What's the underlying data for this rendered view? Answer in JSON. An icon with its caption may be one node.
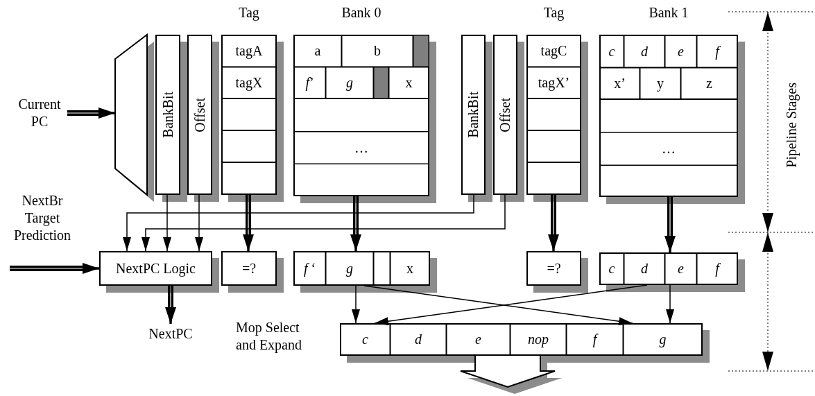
{
  "diagram": {
    "nodes": [
      {
        "text": [
          "Current PC"
        ]
      },
      {
        "text": [],
        "shape": "trapezoid"
      },
      {
        "text": [
          "BankBit"
        ]
      },
      {
        "text": [
          "Offset"
        ]
      },
      {
        "text": [
          "Tag"
        ]
      },
      {
        "text": [
          "tagA"
        ],
        "in": 4
      },
      {
        "text": [
          "tagX"
        ],
        "in": 4
      },
      {
        "text": [
          "Bank 0"
        ]
      },
      {
        "text": [
          "a"
        ],
        "in": 7
      },
      {
        "text": [
          "b"
        ],
        "in": 7
      },
      {
        "text": [],
        "shape": "box",
        "in": 7
      },
      {
        "text": [
          "*f*’"
        ],
        "in": 7
      },
      {
        "text": [
          "g"
        ],
        "in": 7
      },
      {
        "text": [],
        "shape": "box",
        "in": 7
      },
      {
        "text": [
          "x"
        ],
        "in": 7
      },
      {
        "text": [
          "…"
        ],
        "in": 7
      },
      {
        "text": [
          "BankBit"
        ]
      },
      {
        "text": [
          "Offset"
        ]
      },
      {
        "text": [
          "Tag"
        ]
      },
      {
        "text": [
          "tagC"
        ],
        "in": 18
      },
      {
        "text": [
          "tagX’"
        ],
        "in": 18
      },
      {
        "text": [
          "Bank 1"
        ]
      },
      {
        "text": [
          "c"
        ],
        "in": 21
      },
      {
        "text": [
          "d"
        ],
        "in": 21
      },
      {
        "text": [
          "e"
        ],
        "in": 21
      },
      {
        "text": [
          "f"
        ],
        "in": 21
      },
      {
        "text": [
          "x’"
        ],
        "in": 21
      },
      {
        "text": [
          "y"
        ],
        "in": 21
      },
      {
        "text": [
          "z"
        ],
        "in": 21
      },
      {
        "text": [
          "…"
        ],
        "in": 21
      },
      {
        "text": [
          "NextPC Logic"
        ]
      },
      {
        "text": [
          "=?"
        ]
      },
      {
        "text": [],
        "shape": "box"
      },
      {
        "text": [
          "*f* ‘"
        ],
        "in": 32
      },
      {
        "text": [
          "g"
        ],
        "in": 32
      },
      {
        "text": [],
        "shape": "box",
        "in": 32
      },
      {
        "text": [
          "x"
        ],
        "in": 32
      },
      {
        "text": [
          "=?"
        ]
      },
      {
        "text": [],
        "shape": "box"
      },
      {
        "text": [
          "c"
        ],
        "in": 38
      },
      {
        "text": [
          "d"
        ],
        "in": 38
      },
      {
        "text": [
          "e"
        ],
        "in": 38
      },
      {
        "text": [
          "f"
        ],
        "in": 38
      },
      {
        "text": [
          "NextPC"
        ]
      },
      {
        "text": [],
        "shape": "box"
      },
      {
        "text": [
          "c"
        ],
        "in": 44
      },
      {
        "text": [
          "d"
        ],
        "in": 44
      },
      {
        "text": [
          "e"
        ],
        "in": 44
      },
      {
        "text": [
          "nop"
        ],
        "in": 44
      },
      {
        "text": [
          "f"
        ],
        "in": 44
      },
      {
        "text": [
          "g"
        ],
        "in": 44
      }
    ],
    "edges": [
      {
        "from": 0,
        "to": 1,
        "arrow": "to",
        "style": "thick"
      },
      {
        "from": 2,
        "to": 30,
        "arrow": "to"
      },
      {
        "from": 3,
        "to": 30,
        "arrow": "to"
      },
      {
        "from": 4,
        "to": 31,
        "arrow": "to",
        "style": "thick"
      },
      {
        "from": 7,
        "to": 34,
        "arrow": "to",
        "style": "thick"
      },
      {
        "from": 16,
        "to": 30,
        "arrow": "to"
      },
      {
        "from": 17,
        "to": 30,
        "arrow": "to"
      },
      {
        "from": 18,
        "to": 37,
        "arrow": "to",
        "style": "thick"
      },
      {
        "from": 21,
        "to": 41,
        "arrow": "to",
        "style": "thick"
      },
      {
        "from": null,
        "to": 30,
        "arrow": "to",
        "style": "thick"
      },
      {
        "from": 30,
        "to": 43,
        "arrow": "to",
        "style": "thick"
      },
      {
        "from": 34,
        "to": 45,
        "arrow": "to"
      },
      {
        "from": 34,
        "to": 50,
        "arrow": "to"
      },
      {
        "from": 40,
        "to": 45,
        "arrow": "to"
      },
      {
        "from": 41,
        "to": 50,
        "arrow": "to"
      },
      {
        "from": 44,
        "to": null,
        "arrow": "to",
        "style": "thick"
      }
    ],
    "labels": [
      "NextBr Target Prediction",
      "Mop Select and Expand",
      "Pipeline Stages"
    ]
  }
}
